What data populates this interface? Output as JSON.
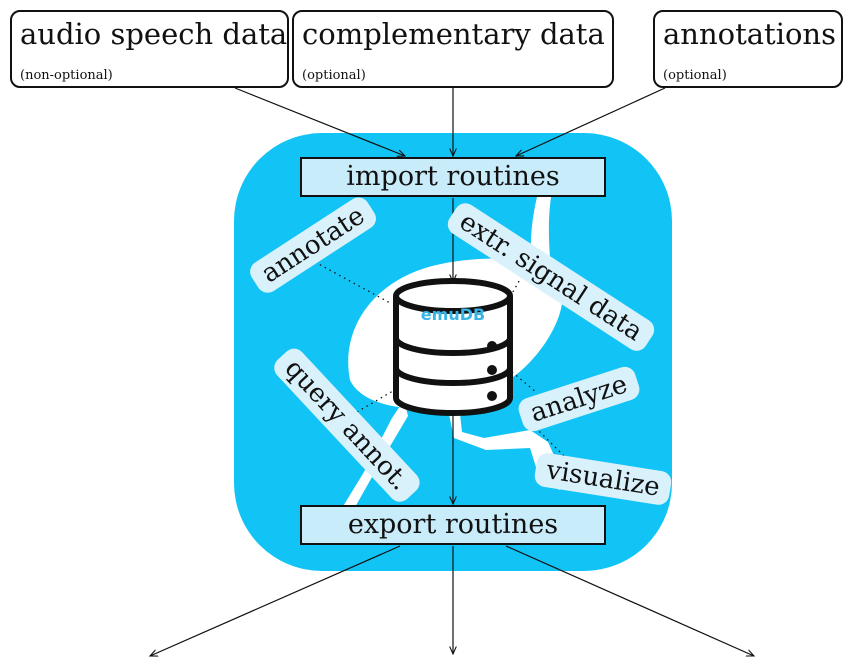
{
  "sources": [
    {
      "title": "audio speech data",
      "note": "(non-optional)"
    },
    {
      "title": "complementary data",
      "note": "(optional)"
    },
    {
      "title": "annotations",
      "note": "(optional)"
    }
  ],
  "routines": {
    "import": "import routines",
    "export": "export routines"
  },
  "database": {
    "label": "emuDB"
  },
  "operations": {
    "annotate": "annotate",
    "extract": "extr. signal data",
    "query": "query annot.",
    "analyze": "analyze",
    "visualize": "visualize"
  },
  "colors": {
    "panel": "#11c4f5",
    "box_fill": "#c9ecfa",
    "pill_fill": "#d9f1fb",
    "emu": "#ffffff",
    "db_label": "#38b4e6"
  }
}
